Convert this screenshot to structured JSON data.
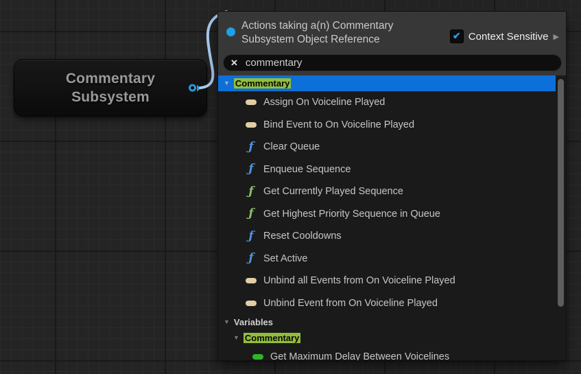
{
  "node": {
    "title_line1": "Commentary",
    "title_line2": "Subsystem",
    "output_pin": "object-reference-pin"
  },
  "menu": {
    "header": {
      "icon": "object-pin-dot-icon",
      "title_line1": "Actions taking a(n) Commentary",
      "title_line2": "Subsystem Object Reference",
      "context_sensitive_label": "Context Sensitive",
      "context_sensitive_checked": true,
      "checkmark_glyph": "✔",
      "expand_arrow_glyph": "▶"
    },
    "search": {
      "clear_glyph": "✕",
      "value": "commentary",
      "placeholder": ""
    },
    "list": [
      {
        "type": "category",
        "label": "Commentary",
        "selected": true,
        "highlighted": true
      },
      {
        "type": "item",
        "icon": "delegate",
        "label": "Assign On Voiceline Played"
      },
      {
        "type": "item",
        "icon": "delegate",
        "label": "Bind Event to On Voiceline Played"
      },
      {
        "type": "item",
        "icon": "function",
        "label": "Clear Queue"
      },
      {
        "type": "item",
        "icon": "function",
        "label": "Enqueue Sequence"
      },
      {
        "type": "item",
        "icon": "pure-function",
        "label": "Get Currently Played Sequence"
      },
      {
        "type": "item",
        "icon": "pure-function",
        "label": "Get Highest Priority Sequence in Queue"
      },
      {
        "type": "item",
        "icon": "function",
        "label": "Reset Cooldowns"
      },
      {
        "type": "item",
        "icon": "function",
        "label": "Set Active"
      },
      {
        "type": "item",
        "icon": "delegate",
        "label": "Unbind all Events from On Voiceline Played"
      },
      {
        "type": "item",
        "icon": "delegate",
        "label": "Unbind Event from On Voiceline Played"
      },
      {
        "type": "category",
        "label": "Variables"
      },
      {
        "type": "subcategory",
        "label": "Commentary",
        "highlighted": true
      },
      {
        "type": "subitem",
        "icon": "variable-get",
        "label": "Get Maximum Delay Between Voicelines"
      }
    ]
  },
  "glyphs": {
    "expander_down": "▼"
  },
  "colors": {
    "selection_blue": "#0d6fd8",
    "search_match_highlight": "#93bd3a",
    "wire_blue": "#a9cdf2",
    "pin_blue": "#2b9ad6",
    "header_dot_blue": "#1ba1e8",
    "checkbox_check_blue": "#2e9ce8",
    "delegate_icon": "#e3cda4",
    "function_icon": "#4f93e0",
    "pure_function_icon": "#8ac267",
    "variable_icon": "#2fb52a",
    "graph_background": "#242424",
    "menu_header_bg": "#373737",
    "menu_list_bg": "#1a1a1a"
  }
}
